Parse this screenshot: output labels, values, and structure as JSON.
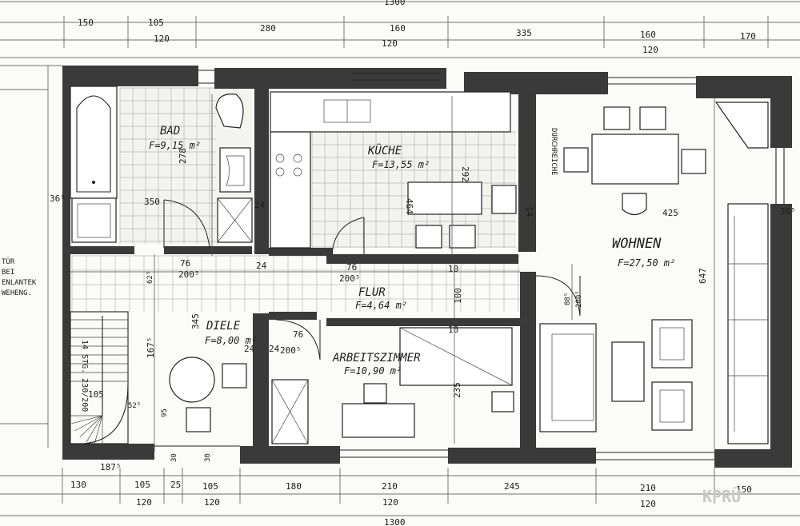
{
  "rooms": {
    "bad": {
      "name": "BAD",
      "area": "F=9,15 m²"
    },
    "kueche": {
      "name": "KÜCHE",
      "area": "F=13,55 m²"
    },
    "wohnen": {
      "name": "WOHNEN",
      "area": "F=27,50 m²"
    },
    "flur": {
      "name": "FLUR",
      "area": "F=4,64 m²"
    },
    "diele": {
      "name": "DIELE",
      "area": "F=8,00 m²"
    },
    "arbeitszimmer": {
      "name": "ARBEITSZIMMER",
      "area": "F=10,90 m²"
    }
  },
  "labels": {
    "durchreiche": "DURCHREICHE",
    "left_note_1": "TÜR",
    "left_note_2": "BEI",
    "left_note_3": "ENLANTEK",
    "left_note_4": "WEHENG.",
    "stair": "14 STG. 230/200",
    "watermark": "KPRÜ"
  },
  "top_dims": {
    "total": "1300",
    "row1": [
      "150",
      "105",
      "280",
      "160",
      "335",
      "160",
      "170"
    ],
    "row2": [
      "120",
      "120",
      "120"
    ]
  },
  "bottom_dims": {
    "total": "1300",
    "row1": [
      "130",
      "105",
      "25",
      "105",
      "180",
      "210",
      "245",
      "210",
      "150"
    ],
    "row2": [
      "120",
      "120",
      "120",
      "120"
    ],
    "stair": "187⁵"
  },
  "interior_dims": {
    "bad_h": "278",
    "bad_w": "350",
    "kueche_h": "292",
    "kueche_w": "464",
    "wohnen_w": "425",
    "wohnen_h": "647",
    "door_76_a": "76",
    "door_200_a": "200⁵",
    "door_76_b": "76",
    "door_200_b": "200⁵",
    "door_76_c": "76",
    "door_200_c": "200⁵",
    "diele_h": "345",
    "diele_w": "167⁵",
    "flur_h": "100",
    "arb_h": "235",
    "wall_36_l": "36⁵",
    "wall_36_r": "36⁵",
    "wall_24_a": "24",
    "wall_24_b": "24",
    "wall_24_c": "24",
    "wall_24_d": "24",
    "wall_10_a": "10",
    "wall_10_b": "10",
    "wall_14": "14",
    "d_88": "88⁵",
    "d_200": "200⁵",
    "d_105": "105",
    "d_52": "52⁵",
    "d_95": "95",
    "d_30a": "30",
    "d_30b": "30",
    "d_62": "62⁵"
  }
}
